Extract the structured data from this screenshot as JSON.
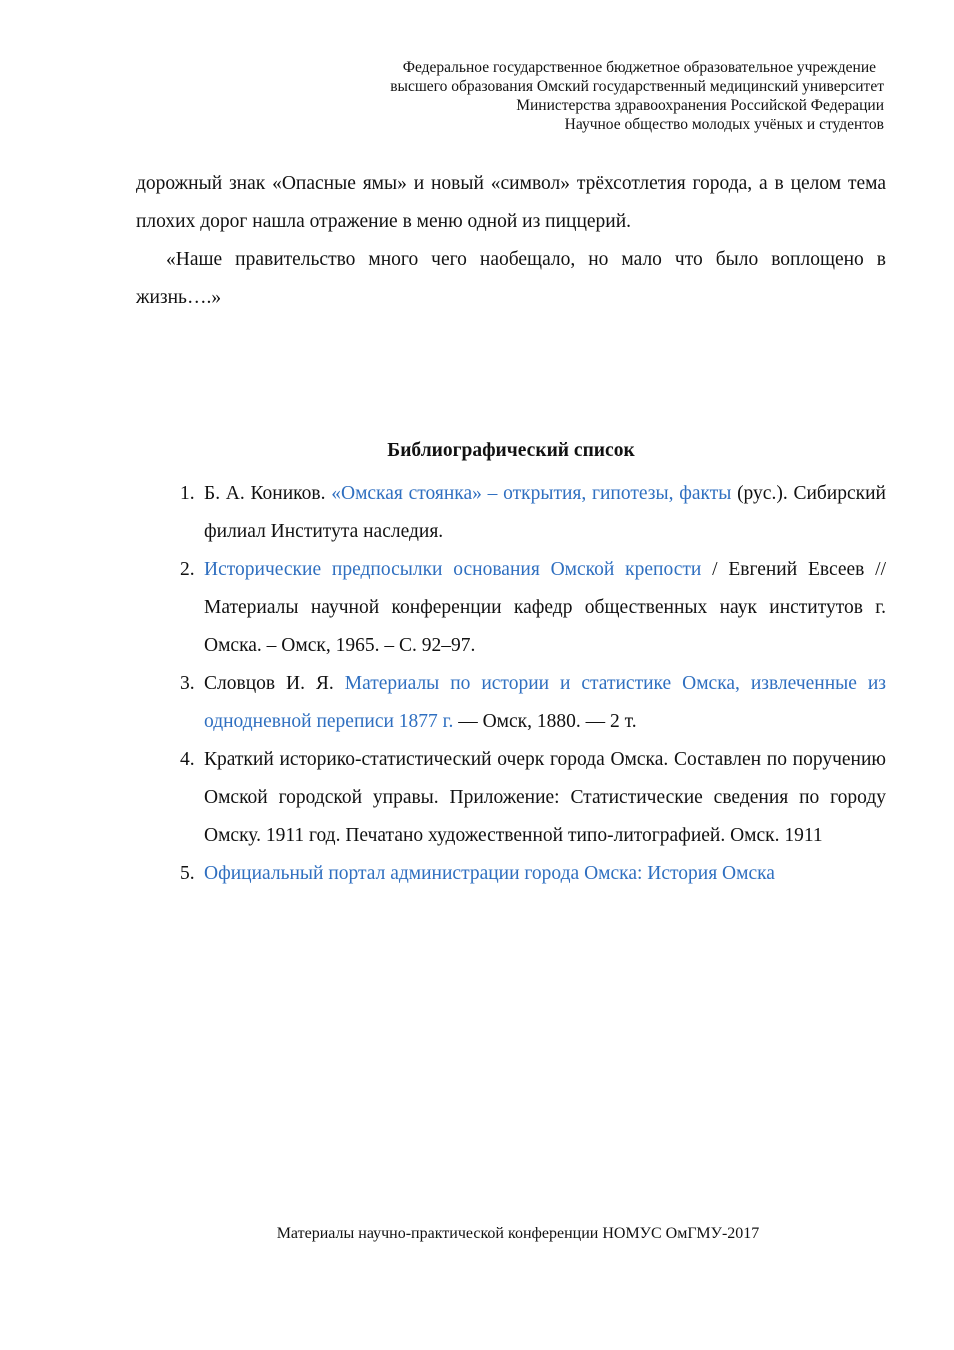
{
  "header": {
    "line1": "Федеральное государственное бюджетное образовательное учреждение",
    "line2": "высшего образования Омский государственный медицинский университет",
    "line3": "Министерства здравоохранения Российской Федерации",
    "line4": "Научное общество молодых учёных и студентов"
  },
  "body": {
    "p1": "дорожный знак «Опасные ямы» и новый «символ» трёхсотлетия города, а в целом тема плохих дорог нашла отражение в меню одной из пиццерий.",
    "p2": "«Наше правительство много чего наобещало, но мало что было воплощено в жизнь….»"
  },
  "bibliography": {
    "title": "Библиографический список",
    "items": [
      {
        "num": "1.",
        "pre": "Б. А. Коников. ",
        "link": "«Омская стоянка» – открытия, гипотезы, факты",
        "post": " (рус.). Сибирский филиал Института наследия."
      },
      {
        "num": "2.",
        "pre": "",
        "link": "Исторические предпосылки основания Омской крепости",
        "post": " / Евгений Евсеев // Материалы научной конференции кафедр общественных наук институтов г. Омска. – Омск, 1965. – С. 92–97."
      },
      {
        "num": "3.",
        "pre": "Словцов И. Я. ",
        "link": "Материалы по истории и статистике Омска, извлеченные из однодневной переписи 1877 г.",
        "post": " — Омск, 1880. — 2 т."
      },
      {
        "num": "4.",
        "pre": "Краткий историко-статистический очерк города Омска. Составлен по поручению Омской городской управы. Приложение: Статистические сведения по городу Омску. 1911 год. Печатано художественной типо-литографией. Омск. 1911",
        "link": "",
        "post": ""
      },
      {
        "num": "5.",
        "pre": "",
        "link": "Официальный портал администрации города Омска: История Омска",
        "post": ""
      }
    ]
  },
  "footer": {
    "text": "Материалы научно-практической конференции НОМУС ОмГМУ-2017"
  },
  "colors": {
    "link": "#2f6fc0",
    "text": "#111111"
  }
}
